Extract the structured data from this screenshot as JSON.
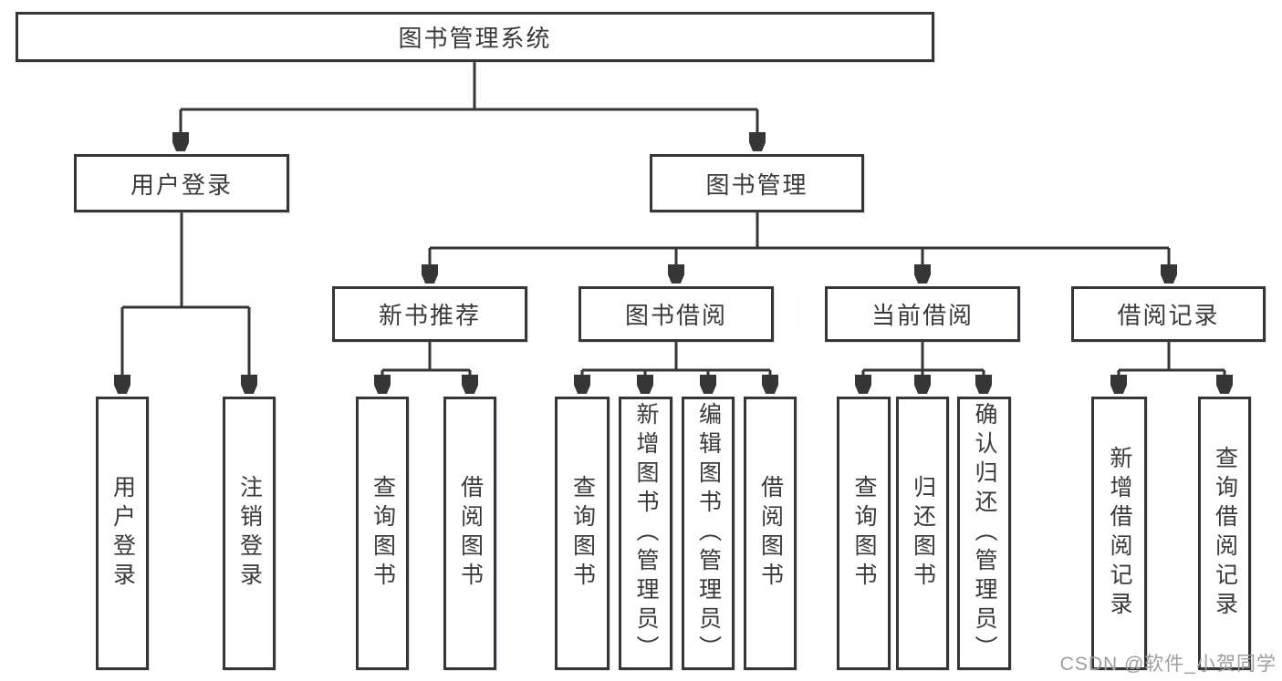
{
  "diagram": {
    "type": "hierarchy-tree",
    "root": {
      "label": "图书管理系统",
      "children": [
        {
          "label": "用户登录",
          "children": [
            {
              "label": "用户登录"
            },
            {
              "label": "注销登录"
            }
          ]
        },
        {
          "label": "图书管理",
          "children": [
            {
              "label": "新书推荐",
              "children": [
                {
                  "label": "查询图书"
                },
                {
                  "label": "借阅图书"
                }
              ]
            },
            {
              "label": "图书借阅",
              "children": [
                {
                  "label": "查询图书"
                },
                {
                  "label": "新增图书（管理员）"
                },
                {
                  "label": "编辑图书（管理员）"
                },
                {
                  "label": "借阅图书"
                }
              ]
            },
            {
              "label": "当前借阅",
              "children": [
                {
                  "label": "查询图书"
                },
                {
                  "label": "归还图书"
                },
                {
                  "label": "确认归还（管理员）"
                }
              ]
            },
            {
              "label": "借阅记录",
              "children": [
                {
                  "label": "新增借阅记录"
                },
                {
                  "label": "查询借阅记录"
                }
              ]
            }
          ]
        }
      ]
    }
  },
  "watermark": {
    "text": "CSDN @软件_小贺同学"
  },
  "colors": {
    "line": "#363636",
    "box_border": "#363636",
    "text": "#3a3a3a",
    "watermark": "#9e9e9e",
    "background": "#ffffff"
  }
}
